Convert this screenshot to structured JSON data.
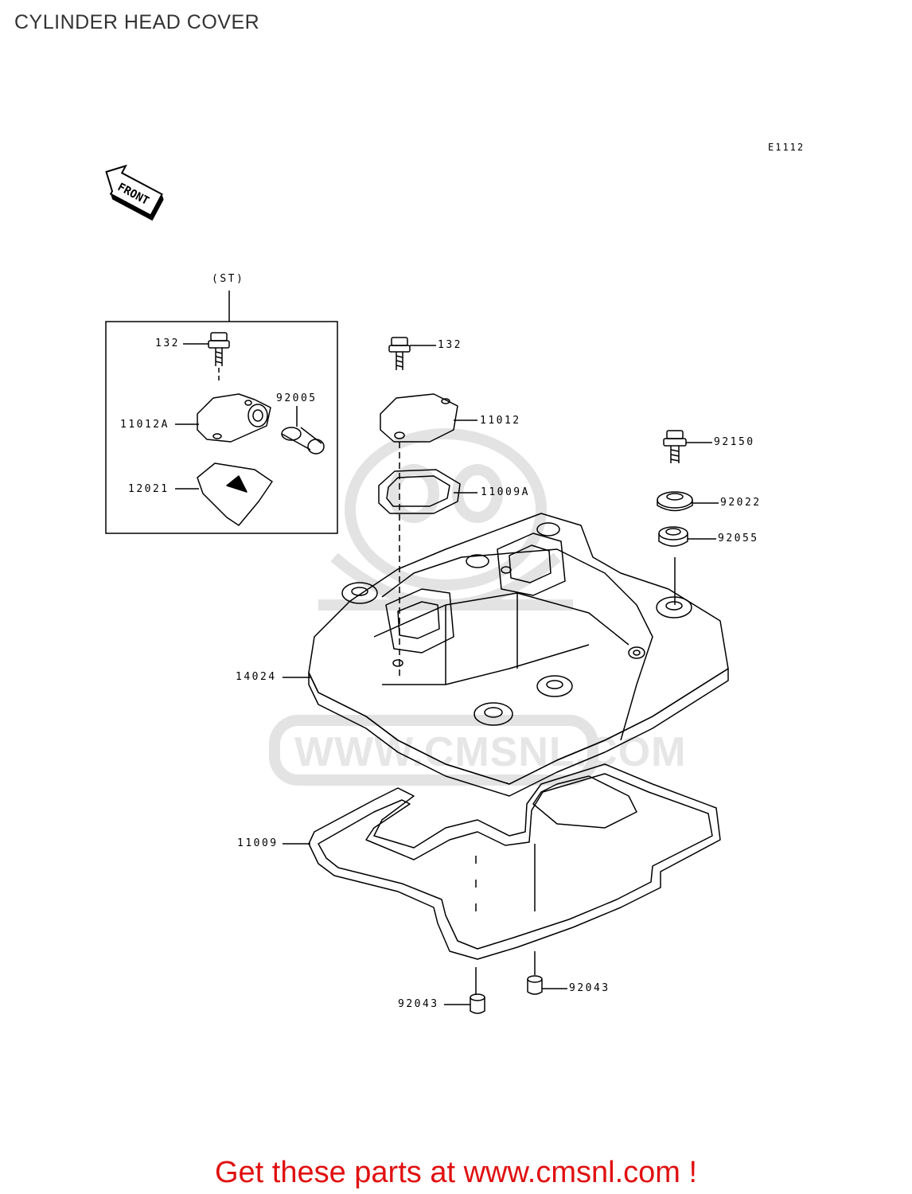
{
  "page": {
    "title": "CYLINDER HEAD COVER",
    "diagram_code": "E1112",
    "front_arrow_label": "FRONT",
    "watermark": "WWW.CMSNL.COM",
    "footer_link_text": "Get these parts at www.cmsnl.com !"
  },
  "assembly_box": {
    "label": "(ST)"
  },
  "parts": [
    {
      "id": "p132a",
      "number": "132"
    },
    {
      "id": "p92005",
      "number": "92005"
    },
    {
      "id": "p11012A",
      "number": "11012A"
    },
    {
      "id": "p12021",
      "number": "12021"
    },
    {
      "id": "p132b",
      "number": "132"
    },
    {
      "id": "p11012",
      "number": "11012"
    },
    {
      "id": "p11009A",
      "number": "11009A"
    },
    {
      "id": "p92150",
      "number": "92150"
    },
    {
      "id": "p92022",
      "number": "92022"
    },
    {
      "id": "p92055",
      "number": "92055"
    },
    {
      "id": "p14024",
      "number": "14024"
    },
    {
      "id": "p11009",
      "number": "11009"
    },
    {
      "id": "p92043a",
      "number": "92043"
    },
    {
      "id": "p92043b",
      "number": "92043"
    }
  ],
  "colors": {
    "line": "#000000",
    "watermark": "#e6e6e6",
    "footer": "#e01010",
    "title": "#333333"
  }
}
